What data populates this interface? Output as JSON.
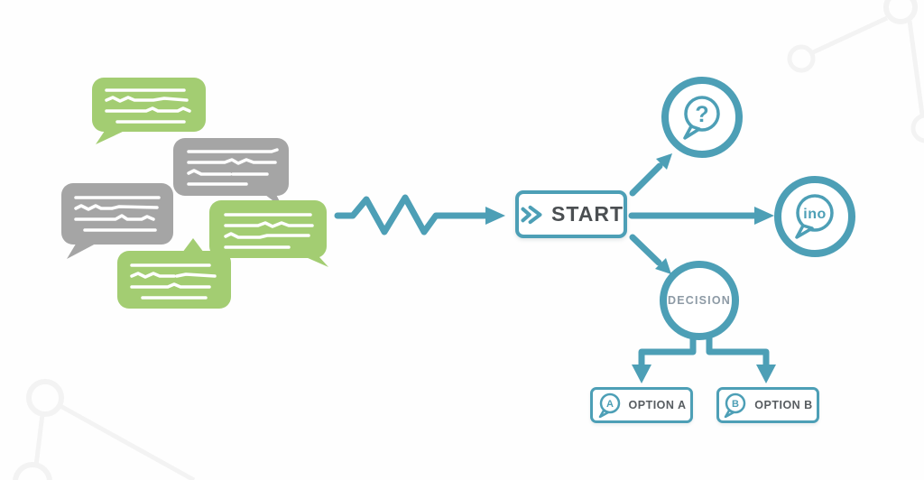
{
  "colors": {
    "teal": "#4d9fb6",
    "green": "#a3cd72",
    "gray": "#a5a5a5",
    "start_text": "#4b4f52",
    "decision_text": "#8d9aa5",
    "option_text": "#575c60",
    "background_network": "#f3f3f3",
    "bubble_line": "#ffffff"
  },
  "flowchart": {
    "start": {
      "label": "START"
    },
    "question_node": {
      "symbol": "?"
    },
    "info_node": {
      "symbol": "ino"
    },
    "decision_node": {
      "label": "DECISION"
    },
    "option_a": {
      "label": "OPTION A",
      "symbol": "A"
    },
    "option_b": {
      "label": "OPTION B",
      "symbol": "B"
    }
  },
  "illustration": {
    "chat_bubbles": [
      {
        "position": "top-left",
        "color": "green",
        "tail": "bottom-left"
      },
      {
        "position": "upper-middle",
        "color": "gray",
        "tail": "bottom-right"
      },
      {
        "position": "middle-left",
        "color": "gray",
        "tail": "bottom-left"
      },
      {
        "position": "middle-right",
        "color": "green",
        "tail": "bottom-right"
      },
      {
        "position": "bottom",
        "color": "green",
        "tail": "top"
      }
    ]
  }
}
